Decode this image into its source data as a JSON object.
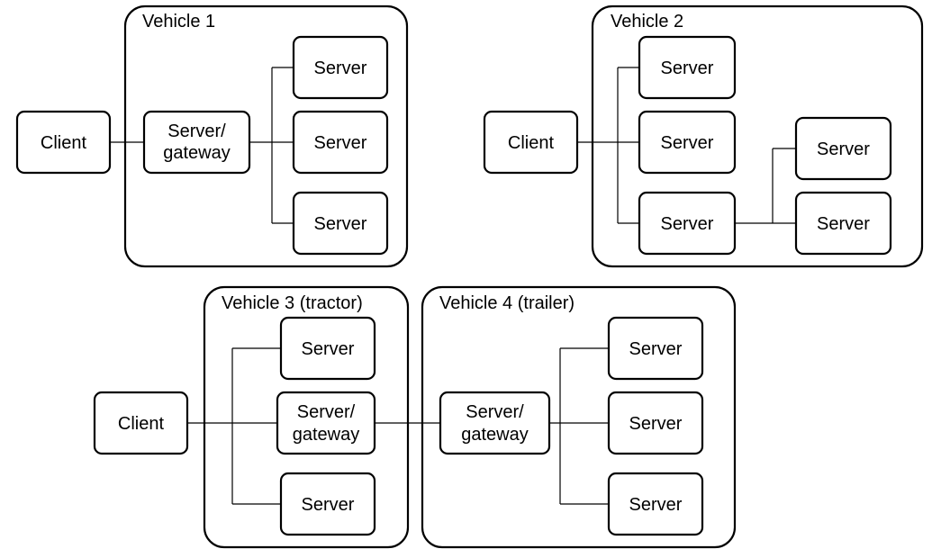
{
  "labels": {
    "vehicle1": "Vehicle 1",
    "vehicle2": "Vehicle 2",
    "vehicle3": "Vehicle 3 (tractor)",
    "vehicle4": "Vehicle 4 (trailer)",
    "client": "Client",
    "server": "Server",
    "gateway_line1": "Server/",
    "gateway_line2": "gateway"
  }
}
